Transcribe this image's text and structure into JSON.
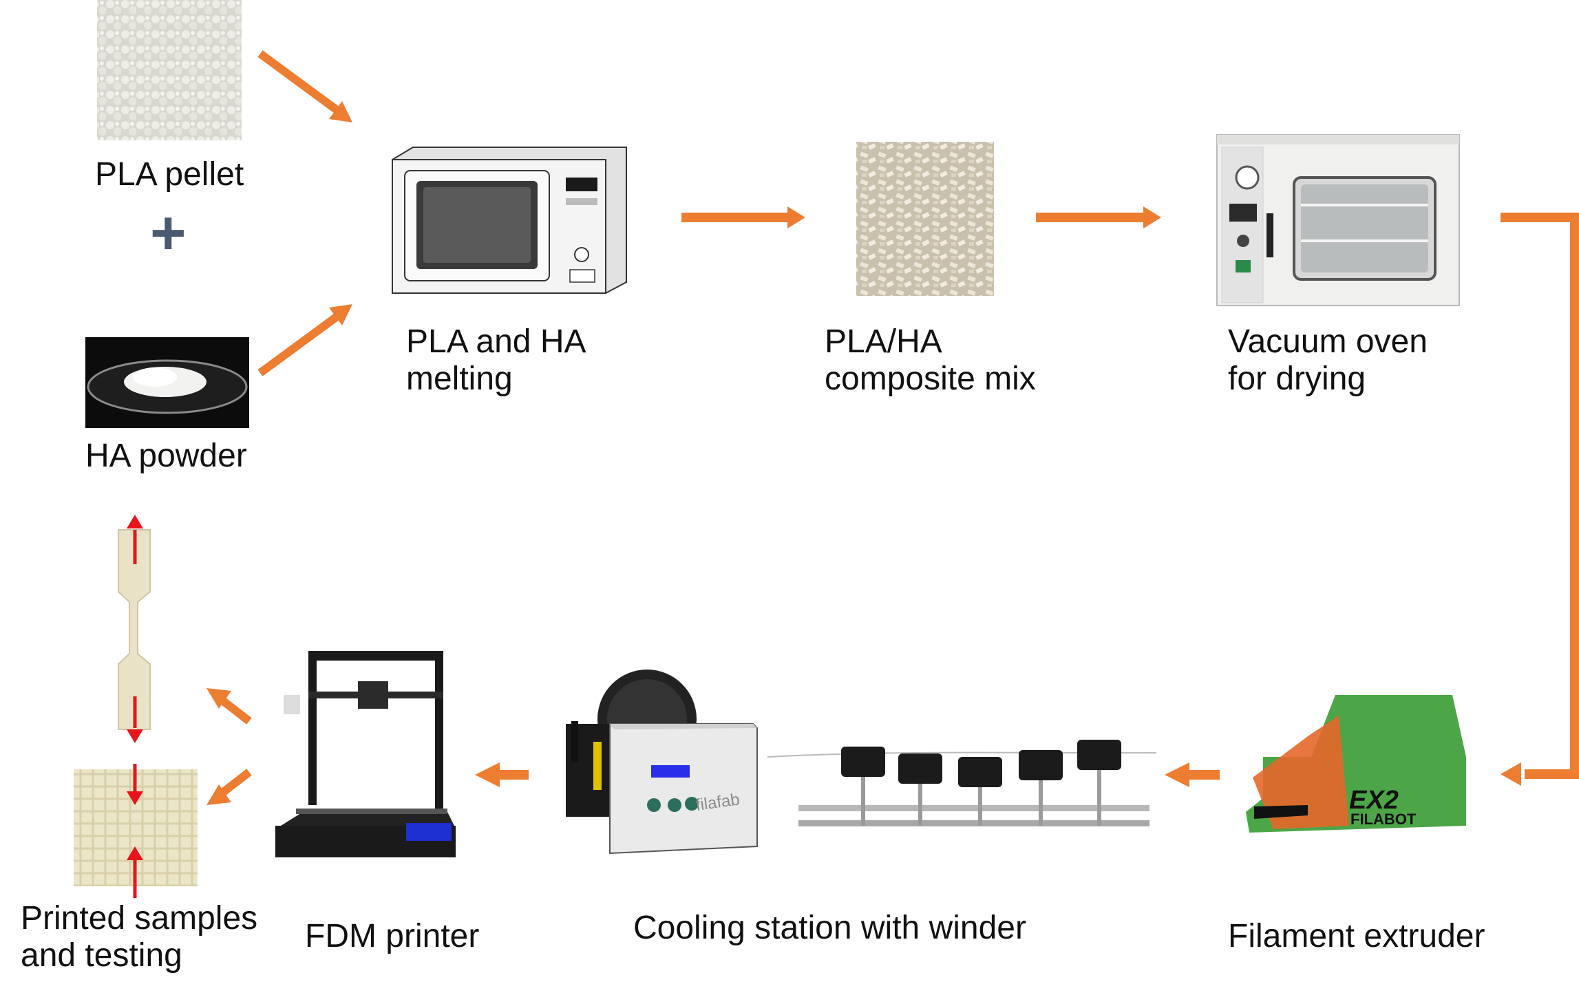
{
  "colors": {
    "arrow": "#ED7D31",
    "test_arrow": "#E8141B",
    "plus": "#4A5A72",
    "text": "#111111"
  },
  "labels": {
    "pla_pellet": "PLA pellet",
    "plus_sign": "+",
    "ha_powder": "HA powder",
    "melting": "PLA and HA\nmelting",
    "composite": "PLA/HA\ncomposite mix",
    "vacuum_oven": "Vacuum oven\nfor drying",
    "extruder": "Filament extruder",
    "cooling": "Cooling station with winder",
    "fdm": "FDM printer",
    "samples": "Printed samples\nand testing"
  },
  "device_text": {
    "extruder_brand": "EX2",
    "extruder_brand2": "FILABOT",
    "winder_brand": "filafab"
  },
  "icons": [
    "pla-pellet-photo",
    "ha-powder-photo",
    "microwave-icon",
    "composite-mix-photo",
    "vacuum-oven-icon",
    "filament-extruder-icon",
    "cooling-winder-icon",
    "fdm-printer-icon",
    "dogbone-sample-icon",
    "cube-sample-icon"
  ]
}
